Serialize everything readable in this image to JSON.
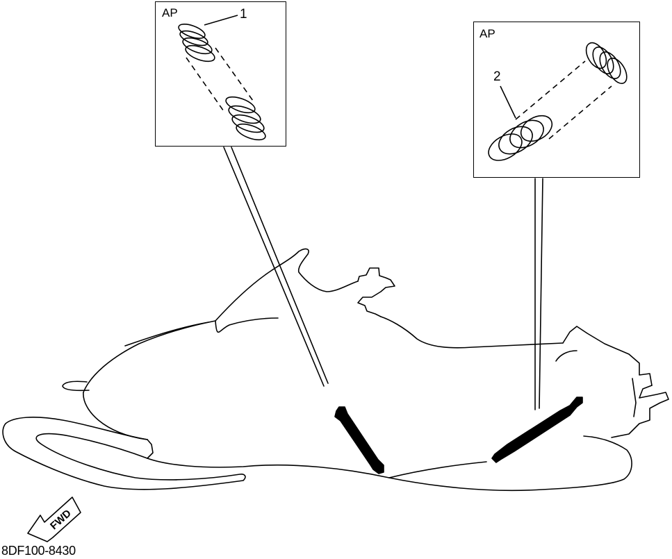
{
  "insets": {
    "left": {
      "label": "AP",
      "callout": "1"
    },
    "right": {
      "label": "AP",
      "callout": "2"
    }
  },
  "direction_arrow": {
    "label": "FWD"
  },
  "figure_code": "8DF100-8430",
  "colors": {
    "line": "#000000",
    "background": "#ffffff"
  }
}
